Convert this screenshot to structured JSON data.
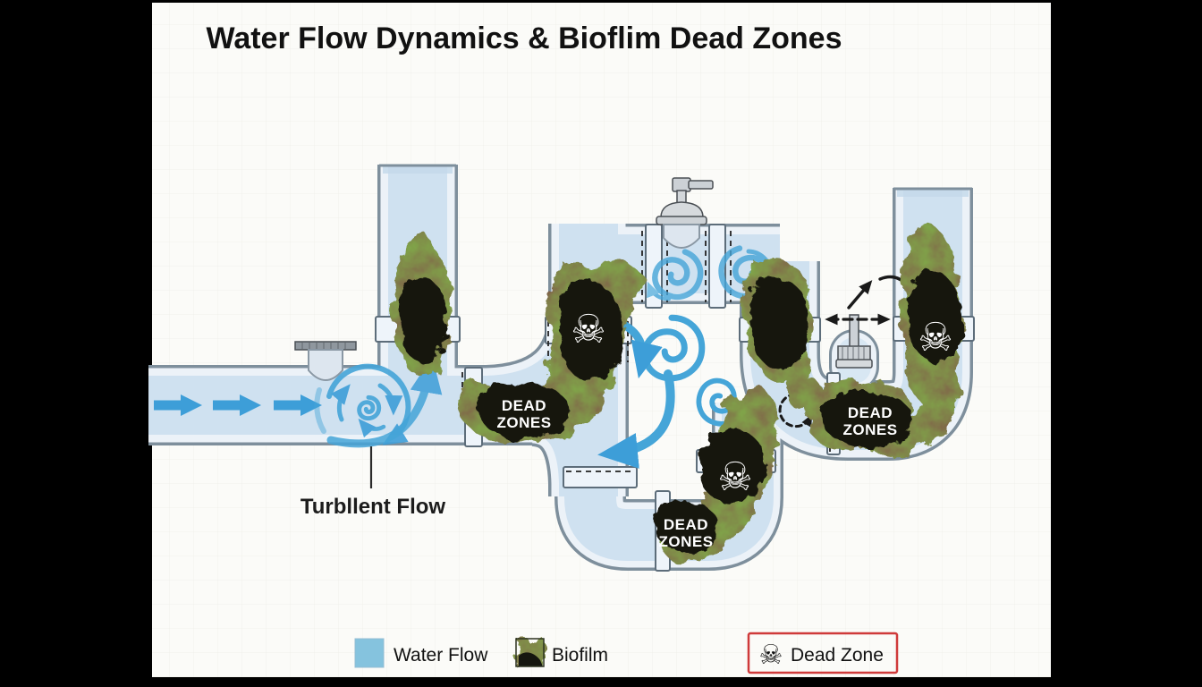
{
  "title": "Water Flow Dynamics & Bioflim Dead Zones",
  "diagram": {
    "turbulent_flow_label": "Turbllent Flow",
    "dead_zones_label": {
      "line1": "DEAD",
      "line2": "ZONES"
    },
    "skull_glyph": "☠"
  },
  "legend": {
    "water_flow": {
      "label": "Water Flow",
      "swatch_color": "#85c3de"
    },
    "biofilm": {
      "label": "Biofilm",
      "swatch_color": "#3f4a28"
    },
    "dead_zone": {
      "label": "Dead Zone",
      "glyph": "☠",
      "box_border_color": "#cf3a3a"
    }
  },
  "colors": {
    "frame": "#000000",
    "canvas": "#fbfbf8",
    "pipe_outline": "#7e8f9c",
    "pipe_body": "#ecf2f8",
    "water": "#cfe1f0",
    "flow_arrow": "#3d9ed8",
    "swirl": "#45a5d8",
    "biofilm": "#3f4a28",
    "dead_zone": "#15160f",
    "metal": "#ccd1d6"
  }
}
